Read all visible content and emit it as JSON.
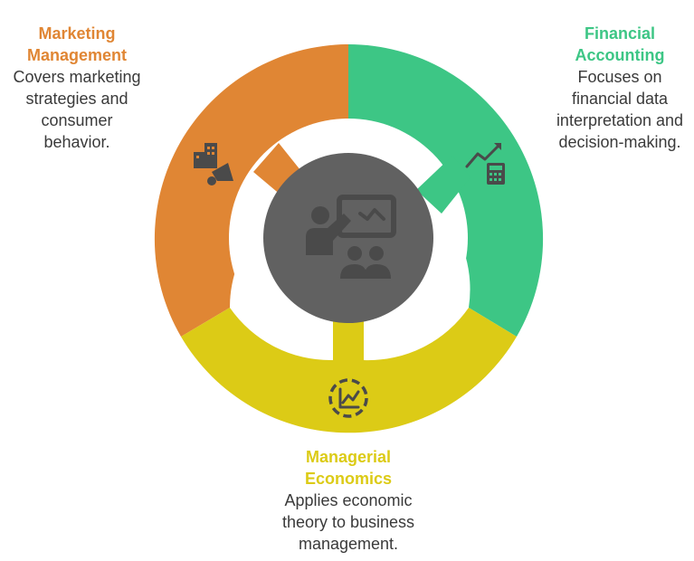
{
  "colors": {
    "marketing": "#E08634",
    "financial": "#3DC685",
    "economics": "#DCCB16",
    "center": "#616161",
    "icon": "#4a4a4a",
    "center_icon": "#4a4a4a"
  },
  "segments": [
    {
      "id": "marketing",
      "title_lines": [
        "Marketing",
        "Management"
      ],
      "desc_lines": [
        "Covers marketing",
        "strategies and",
        "consumer",
        "behavior."
      ],
      "icon": "building-megaphone-icon"
    },
    {
      "id": "financial",
      "title_lines": [
        "Financial",
        "Accounting"
      ],
      "desc_lines": [
        "Focuses on",
        "financial data",
        "interpretation and",
        "decision-making."
      ],
      "icon": "trend-calculator-icon"
    },
    {
      "id": "economics",
      "title_lines": [
        "Managerial",
        "Economics"
      ],
      "desc_lines": [
        "Applies economic",
        "theory to business",
        "management."
      ],
      "icon": "chart-dashed-circle-icon"
    }
  ],
  "center": {
    "icon": "presentation-audience-icon"
  }
}
